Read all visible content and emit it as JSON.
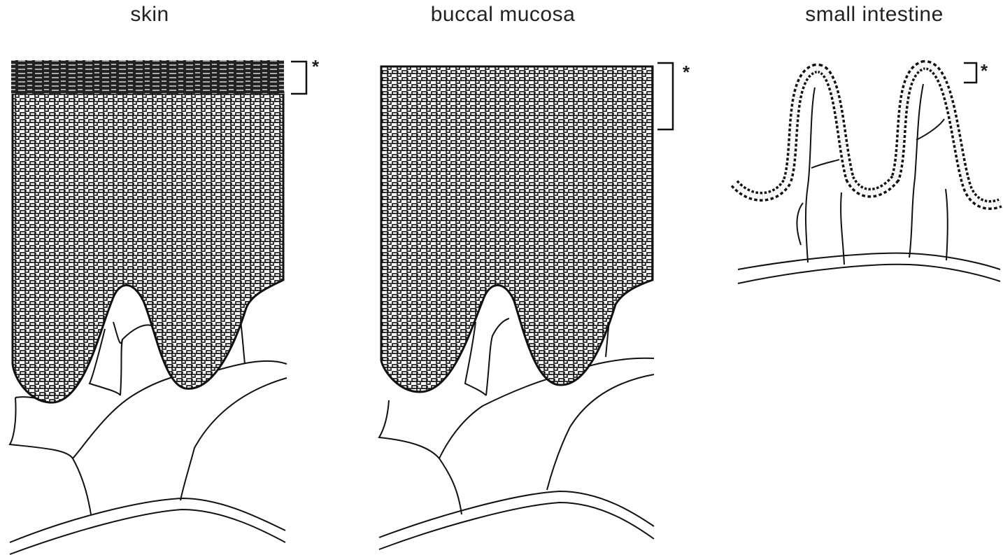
{
  "panels": [
    {
      "title": "skin",
      "marker": "*"
    },
    {
      "title": "buccal mucosa",
      "marker": "*"
    },
    {
      "title": "small intestine",
      "marker": "*"
    }
  ]
}
